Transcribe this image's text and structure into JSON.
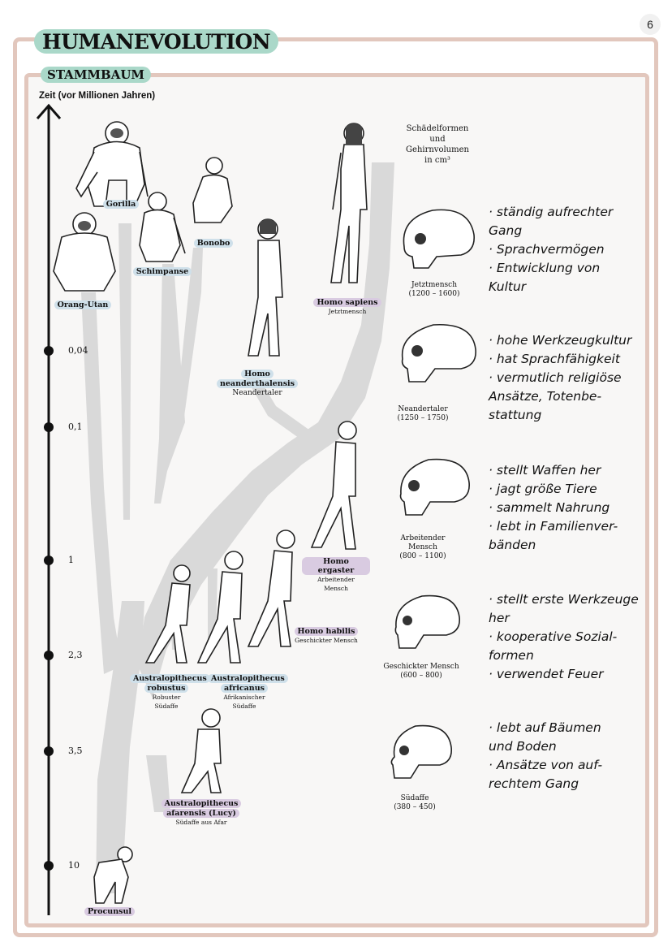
{
  "page_number": "6",
  "title": "HUMANEVOLUTION",
  "subtitle": "STAMMBAUM",
  "axis_title": "Zeit (vor Millionen Jahren)",
  "ticks": [
    "0,04",
    "0,1",
    "1",
    "2,3",
    "3,5",
    "10"
  ],
  "skull_header": [
    "Schädelformen",
    "und",
    "Gehirnvolumen",
    "in cm³"
  ],
  "species": {
    "gorilla": "Gorilla",
    "schimpanse": "Schimpanse",
    "bonobo": "Bonobo",
    "orang_utan": "Orang-Utan",
    "homo_sapiens": "Homo sapiens",
    "homo_sapiens_de": "Jetztmensch",
    "neanderthalensis_1": "Homo",
    "neanderthalensis_2": "neanderthalensis",
    "neanderthalensis_de": "Neandertaler",
    "ergaster": "Homo ergaster",
    "ergaster_de_1": "Arbeitender",
    "ergaster_de_2": "Mensch",
    "habilis": "Homo habilis",
    "habilis_de": "Geschickter Mensch",
    "robustus_1": "Australopithecus",
    "robustus_2": "robustus",
    "robustus_de_1": "Robuster",
    "robustus_de_2": "Südaffe",
    "africanus_1": "Australopithecus",
    "africanus_2": "africanus",
    "africanus_de_1": "Afrikanischer",
    "africanus_de_2": "Südaffe",
    "afarensis_1": "Australopithecus",
    "afarensis_2": "afarensis (Lucy)",
    "afarensis_de": "Südaffe aus Afar",
    "procunsul": "Procunsul"
  },
  "skulls": [
    {
      "name": "Jetztmensch",
      "volume": "(1200 – 1600)"
    },
    {
      "name": "Neandertaler",
      "volume": "(1250 – 1750)"
    },
    {
      "name": "Arbeitender",
      "name2": "Mensch",
      "volume": "(800 – 1100)"
    },
    {
      "name": "Geschickter Mensch",
      "volume": "(600 – 800)"
    },
    {
      "name": "Südaffe",
      "volume": "(380 – 450)"
    }
  ],
  "notes": [
    [
      "· ständig aufrechter",
      "Gang",
      "· Sprachvermögen",
      "· Entwicklung von",
      "Kultur"
    ],
    [
      "· hohe Werkzeugkultur",
      "· hat Sprachfähigkeit",
      "· vermutlich religiöse",
      "Ansätze, Totenbe-",
      "stattung"
    ],
    [
      "· stellt Waffen her",
      "· jagt größe Tiere",
      "· sammelt Nahrung",
      "· lebt in Familienver-",
      "bänden"
    ],
    [
      "· stellt erste Werkzeuge",
      "her",
      "· kooperative Sozial-",
      "formen",
      "· verwendet Feuer"
    ],
    [
      "· lebt auf Bäumen",
      "und Boden",
      "· Ansätze von auf-",
      "rechtem Gang"
    ]
  ],
  "colors": {
    "frame": "#e2c7bd",
    "title_pill": "#aad8c9",
    "chip_purple": "#d9cbe1",
    "chip_blue": "#cfe0ea",
    "tree": "#d9d9d9"
  }
}
